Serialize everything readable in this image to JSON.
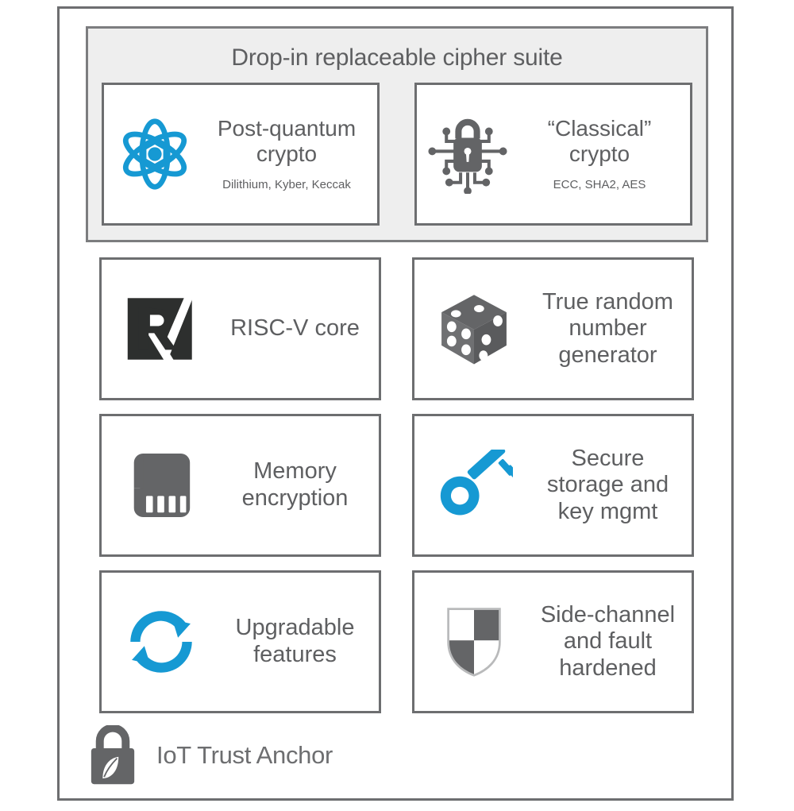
{
  "diagram": {
    "title": "IoT Trust Anchor",
    "colors": {
      "accent_blue": "#1699d3",
      "icon_gray": "#636466",
      "border_gray": "#6d6e70",
      "text_gray": "#5e5f61",
      "panel_fill": "#eeeeee",
      "riscv_dark": "#2d2f2e"
    }
  },
  "cipher_suite": {
    "title": "Drop-in replaceable cipher suite",
    "cards": [
      {
        "title": "Post-quantum crypto",
        "subtitle": "Dilithium, Kyber, Keccak",
        "icon": "atom-icon"
      },
      {
        "title": "“Classical” crypto",
        "subtitle": "ECC, SHA2, AES",
        "icon": "circuit-lock-icon"
      }
    ]
  },
  "features": [
    {
      "title": "RISC-V core",
      "icon": "riscv-logo-icon"
    },
    {
      "title": "True random number generator",
      "icon": "dice-icon"
    },
    {
      "title": "Memory encryption",
      "icon": "memory-card-icon"
    },
    {
      "title": "Secure storage and key mgmt",
      "icon": "key-icon"
    },
    {
      "title": "Upgradable features",
      "icon": "refresh-icon"
    },
    {
      "title": "Side-channel and fault hardened",
      "icon": "shield-icon"
    }
  ],
  "footer": {
    "label": "IoT Trust Anchor",
    "icon": "padlock-leaf-icon"
  }
}
